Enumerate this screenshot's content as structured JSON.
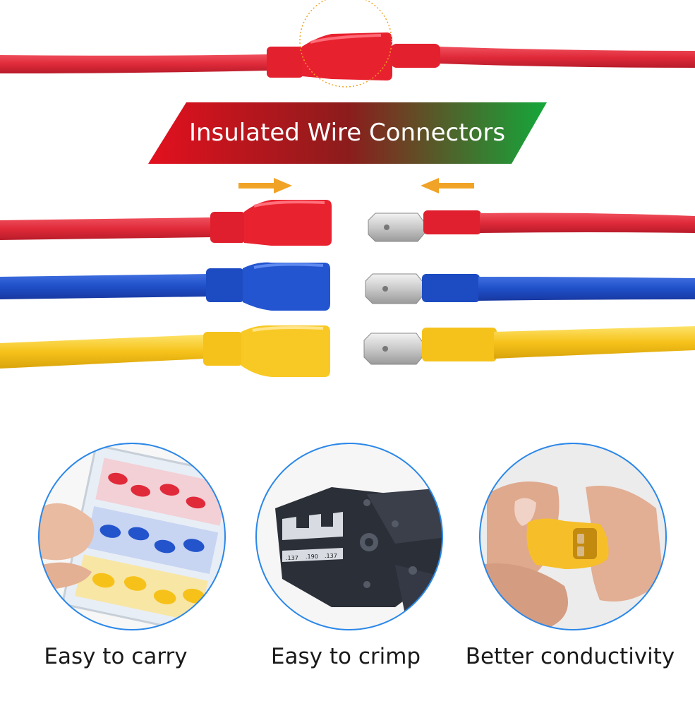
{
  "banner": {
    "title": "Insulated Wire Connectors",
    "gradient_colors": [
      "#e3101e",
      "#8a1a1a",
      "#17a23a"
    ]
  },
  "wire_colors": {
    "red": "#e02a3a",
    "blue": "#1f4fc8",
    "yellow": "#f6c21a"
  },
  "arrow_color": "#f0a326",
  "features": [
    {
      "caption": "Easy to carry",
      "icon": "connector-kit-box-icon"
    },
    {
      "caption": "Easy to crimp",
      "icon": "crimping-tool-icon"
    },
    {
      "caption": "Better conductivity",
      "icon": "fingers-holding-connector-icon"
    }
  ],
  "crimper_markings": [
    ".137",
    ".190",
    ".137"
  ],
  "circle_border_color": "#2b87e8"
}
